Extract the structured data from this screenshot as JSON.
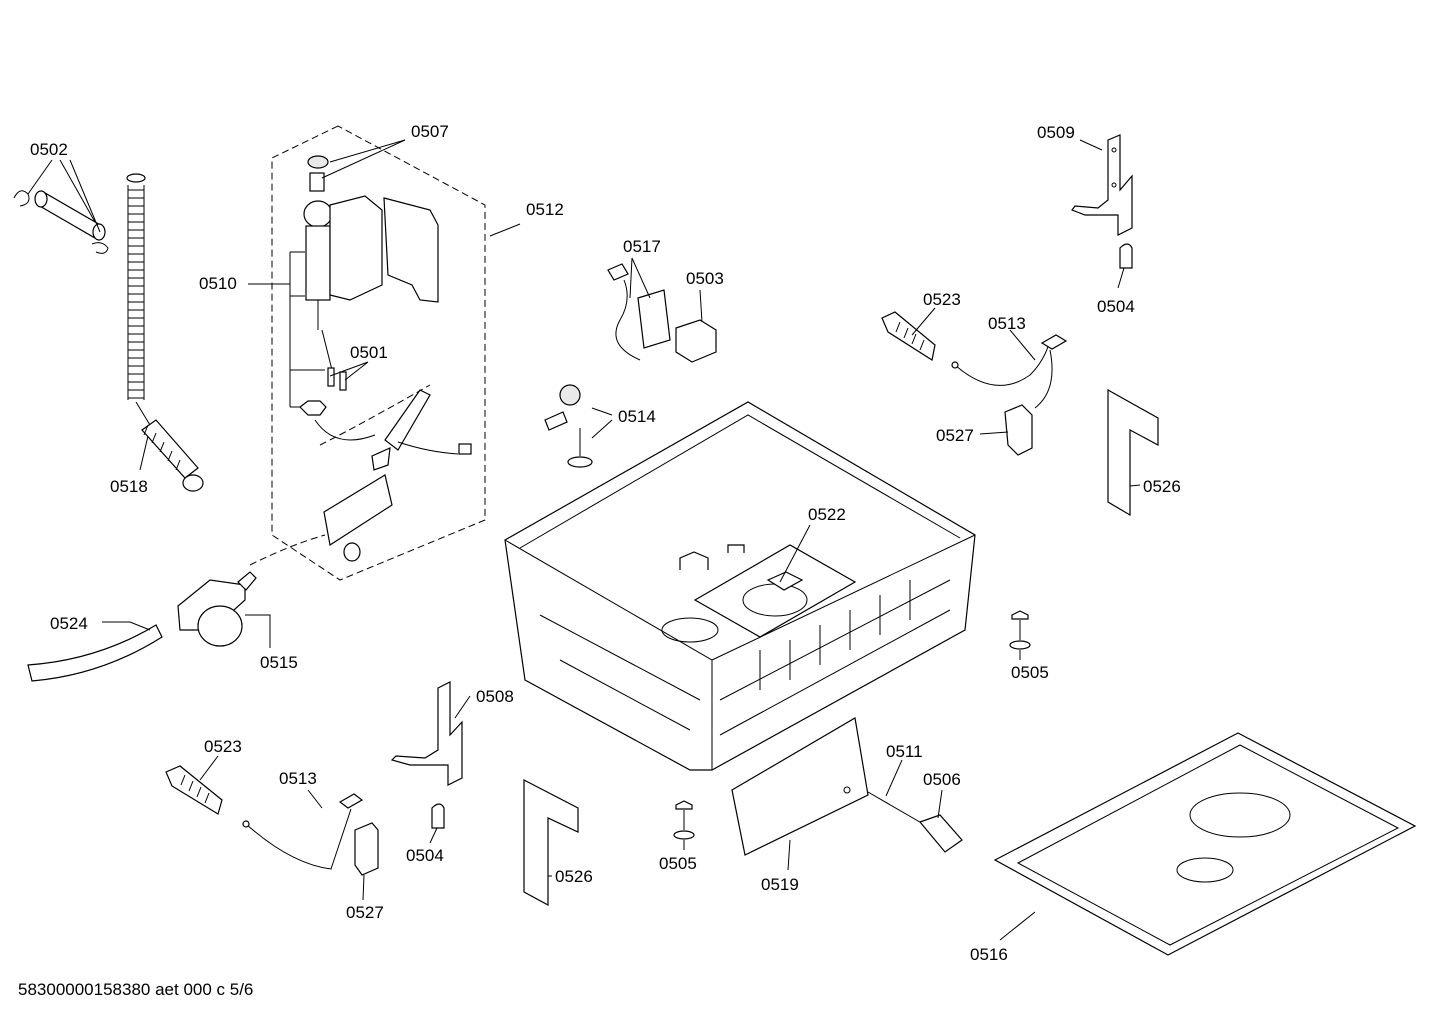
{
  "callouts": [
    {
      "id": "0502",
      "text": "0502"
    },
    {
      "id": "0507",
      "text": "0507"
    },
    {
      "id": "0512",
      "text": "0512"
    },
    {
      "id": "0510",
      "text": "0510"
    },
    {
      "id": "0501",
      "text": "0501"
    },
    {
      "id": "0518",
      "text": "0518"
    },
    {
      "id": "0517",
      "text": "0517"
    },
    {
      "id": "0503",
      "text": "0503"
    },
    {
      "id": "0514",
      "text": "0514"
    },
    {
      "id": "0509",
      "text": "0509"
    },
    {
      "id": "0504a",
      "text": "0504"
    },
    {
      "id": "0523a",
      "text": "0523"
    },
    {
      "id": "0513a",
      "text": "0513"
    },
    {
      "id": "0527a",
      "text": "0527"
    },
    {
      "id": "0526a",
      "text": "0526"
    },
    {
      "id": "0522",
      "text": "0522"
    },
    {
      "id": "0524",
      "text": "0524"
    },
    {
      "id": "0515",
      "text": "0515"
    },
    {
      "id": "0505a",
      "text": "0505"
    },
    {
      "id": "0508",
      "text": "0508"
    },
    {
      "id": "0523b",
      "text": "0523"
    },
    {
      "id": "0513b",
      "text": "0513"
    },
    {
      "id": "0504b",
      "text": "0504"
    },
    {
      "id": "0527b",
      "text": "0527"
    },
    {
      "id": "0526b",
      "text": "0526"
    },
    {
      "id": "0505b",
      "text": "0505"
    },
    {
      "id": "0511",
      "text": "0511"
    },
    {
      "id": "0506",
      "text": "0506"
    },
    {
      "id": "0519",
      "text": "0519"
    },
    {
      "id": "0516",
      "text": "0516"
    }
  ],
  "footer": "58300000158380 aet 000 c 5/6"
}
